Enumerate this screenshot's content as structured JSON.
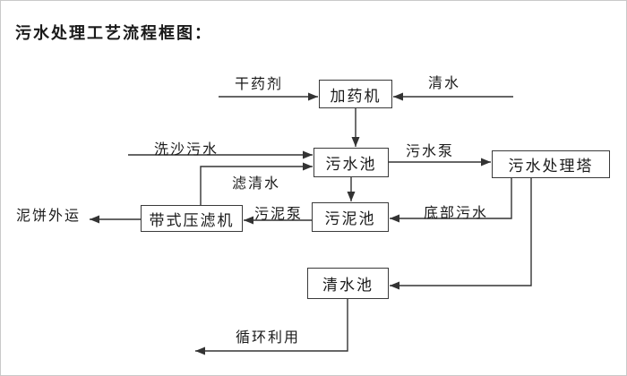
{
  "title": "污水处理工艺流程框图：",
  "colors": {
    "line": "#333333",
    "box_border": "#3a3a3a",
    "text": "#1a1a1a",
    "background": "#ffffff"
  },
  "flowchart": {
    "nodes": [
      {
        "id": "dosing-machine",
        "label": "加药机"
      },
      {
        "id": "sewage-pool",
        "label": "污水池"
      },
      {
        "id": "sewage-treatment-tower",
        "label": "污水处理塔"
      },
      {
        "id": "sludge-pool",
        "label": "污泥池"
      },
      {
        "id": "belt-filter-press",
        "label": "带式压滤机"
      },
      {
        "id": "clean-water-pool",
        "label": "清水池"
      }
    ],
    "edge_labels": [
      {
        "id": "dry-chemical",
        "label": "干药剂"
      },
      {
        "id": "clean-water",
        "label": "清水"
      },
      {
        "id": "sand-wash-sewage",
        "label": "洗沙污水"
      },
      {
        "id": "sewage-pump",
        "label": "污水泵"
      },
      {
        "id": "filtered-water",
        "label": "滤清水"
      },
      {
        "id": "mud-cake-out",
        "label": "泥饼外运"
      },
      {
        "id": "sludge-pump",
        "label": "污泥泵"
      },
      {
        "id": "bottom-sewage",
        "label": "底部污水"
      },
      {
        "id": "recycle-use",
        "label": "循环利用"
      }
    ],
    "edges": [
      {
        "from": "外部",
        "to": "加药机",
        "label": "干药剂"
      },
      {
        "from": "外部",
        "to": "加药机",
        "label": "清水"
      },
      {
        "from": "加药机",
        "to": "污水池",
        "label": ""
      },
      {
        "from": "外部",
        "to": "污水池",
        "label": "洗沙污水"
      },
      {
        "from": "带式压滤机",
        "to": "污水池",
        "label": "滤清水"
      },
      {
        "from": "污水池",
        "to": "污水处理塔",
        "label": "污水泵"
      },
      {
        "from": "污水池",
        "to": "污泥池",
        "label": ""
      },
      {
        "from": "污水处理塔",
        "to": "污泥池",
        "label": "底部污水"
      },
      {
        "from": "污泥池",
        "to": "带式压滤机",
        "label": "污泥泵"
      },
      {
        "from": "带式压滤机",
        "to": "外部",
        "label": "泥饼外运"
      },
      {
        "from": "污水处理塔",
        "to": "清水池",
        "label": ""
      },
      {
        "from": "清水池",
        "to": "外部",
        "label": "循环利用"
      }
    ]
  }
}
